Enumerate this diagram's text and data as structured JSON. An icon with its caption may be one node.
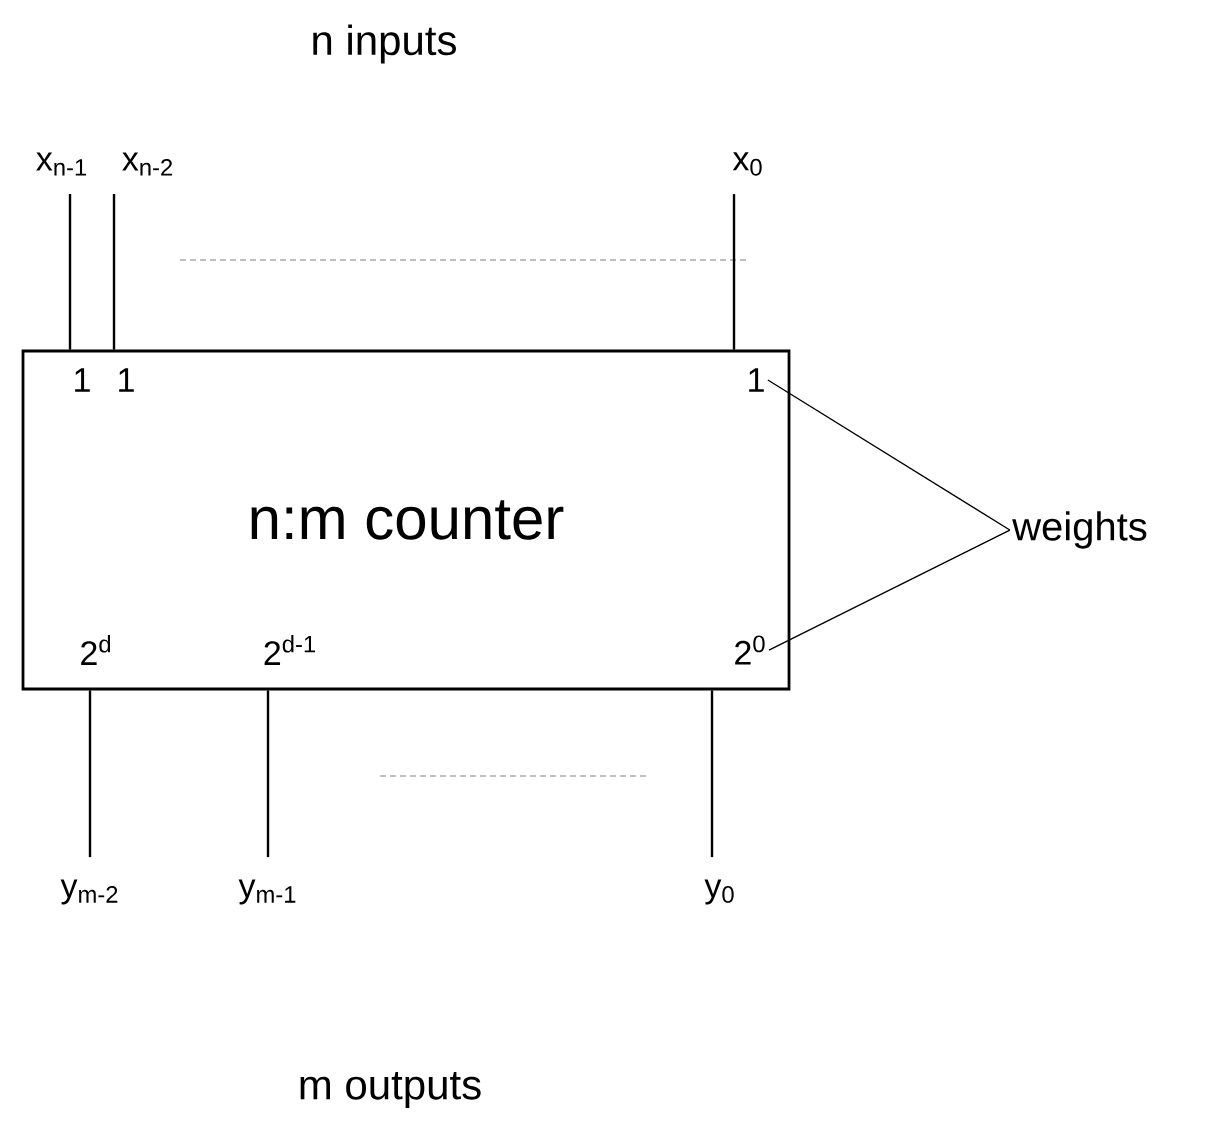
{
  "diagram": {
    "nodes": [
      {
        "text": [
          "n:m  counter"
        ]
      },
      {
        "text": [
          "x$_{n-1}$"
        ]
      },
      {
        "text": [
          "x$_{n-2}$"
        ]
      },
      {
        "text": [
          "x$_{0}$"
        ]
      },
      {
        "text": [
          "1"
        ],
        "in": 0
      },
      {
        "text": [
          "2$^{0}$"
        ],
        "in": 0
      },
      {
        "text": [
          "y$_{m-2}$"
        ]
      },
      {
        "text": [
          "y$_{m-1}$"
        ]
      },
      {
        "text": [
          "y$_{0}$"
        ]
      },
      {
        "text": [
          "weights"
        ]
      }
    ],
    "edges": [
      {
        "from": 1,
        "to": 0,
        "arrow": "none"
      },
      {
        "from": 2,
        "to": 0,
        "arrow": "none"
      },
      {
        "from": 3,
        "to": 0,
        "arrow": "none"
      },
      {
        "from": 0,
        "to": 6,
        "arrow": "none"
      },
      {
        "from": 0,
        "to": 7,
        "arrow": "none"
      },
      {
        "from": 0,
        "to": 8,
        "arrow": "none"
      },
      {
        "from": 9,
        "to": 4,
        "arrow": "none"
      },
      {
        "from": 9,
        "to": 5,
        "arrow": "none"
      }
    ],
    "labels": [
      "n inputs",
      "1",
      "1",
      "2$^{d}$",
      "2$^{d-1}$",
      "m  outputs"
    ]
  }
}
